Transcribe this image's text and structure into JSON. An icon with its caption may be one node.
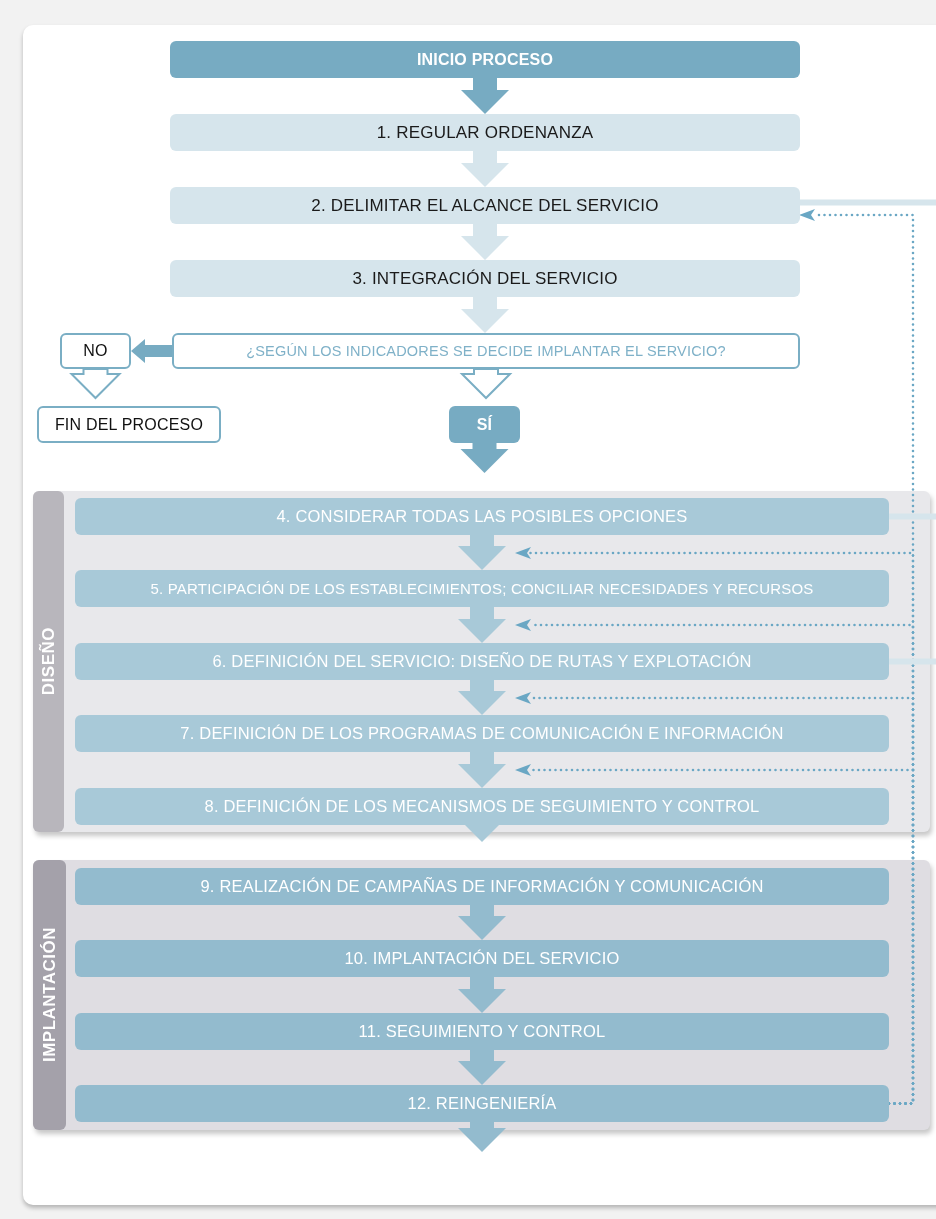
{
  "diagram": {
    "nodes": [
      {
        "text": [
          "INICIO PROCESO"
        ]
      },
      {
        "text": [
          "1. REGULAR ORDENANZA"
        ]
      },
      {
        "text": [
          "2. DELIMITAR EL ALCANCE DEL SERVICIO"
        ]
      },
      {
        "text": [
          "3. INTEGRACIÓN DEL SERVICIO"
        ]
      },
      {
        "text": [
          "¿SEGÚN LOS INDICADORES SE DECIDE IMPLANTAR EL SERVICIO?"
        ]
      },
      {
        "text": [
          "NO"
        ]
      },
      {
        "text": [
          "FIN DEL PROCESO"
        ]
      },
      {
        "text": [
          "SÍ"
        ]
      },
      {
        "text": [
          "DISEÑO"
        ]
      },
      {
        "text": [
          "4. CONSIDERAR TODAS LAS POSIBLES OPCIONES"
        ],
        "in": 8
      },
      {
        "text": [
          "5. PARTICIPACIÓN DE LOS ESTABLECIMIENTOS; CONCILIAR NECESIDADES Y RECURSOS"
        ],
        "in": 8
      },
      {
        "text": [
          "6. DEFINICIÓN DEL SERVICIO: DISEÑO DE RUTAS Y EXPLOTACIÓN"
        ],
        "in": 8
      },
      {
        "text": [
          "7. DEFINICIÓN DE LOS PROGRAMAS DE COMUNICACIÓN E INFORMACIÓN"
        ],
        "in": 8
      },
      {
        "text": [
          "8. DEFINICIÓN DE LOS MECANISMOS DE SEGUIMIENTO Y CONTROL"
        ],
        "in": 8
      },
      {
        "text": [
          "IMPLANTACIÓN"
        ]
      },
      {
        "text": [
          "9. REALIZACIÓN DE CAMPAÑAS DE INFORMACIÓN Y COMUNICACIÓN"
        ],
        "in": 14
      },
      {
        "text": [
          "10. IMPLANTACIÓN DEL SERVICIO"
        ],
        "in": 14
      },
      {
        "text": [
          "11. SEGUIMIENTO Y CONTROL"
        ],
        "in": 14
      },
      {
        "text": [
          "12. REINGENIERÍA"
        ],
        "in": 14
      }
    ],
    "edges": [
      {
        "from": 0,
        "to": 1,
        "arrow": "to",
        "color": "#77abc2"
      },
      {
        "from": 1,
        "to": 2,
        "arrow": "to",
        "color": "#d6e5ec"
      },
      {
        "from": 2,
        "to": 3,
        "arrow": "to",
        "color": "#d6e5ec"
      },
      {
        "from": 3,
        "to": 4,
        "arrow": "to",
        "color": "#d6e5ec"
      },
      {
        "from": 4,
        "to": 5,
        "arrow": "to",
        "color": "#77abc2"
      },
      {
        "from": 5,
        "to": 6,
        "arrow": "to",
        "color": "#7aaec4"
      },
      {
        "from": 4,
        "to": 7,
        "arrow": "to",
        "color": "#7aaec4"
      },
      {
        "from": 7,
        "to": 8,
        "arrow": "to",
        "color": "#77abc2"
      },
      {
        "from": 9,
        "to": 10,
        "arrow": "to",
        "color": "#a8c9d8"
      },
      {
        "from": 10,
        "to": 11,
        "arrow": "to",
        "color": "#a8c9d8"
      },
      {
        "from": 11,
        "to": 12,
        "arrow": "to",
        "color": "#a8c9d8"
      },
      {
        "from": 12,
        "to": 13,
        "arrow": "to",
        "color": "#a8c9d8"
      },
      {
        "from": 13,
        "to": 14,
        "arrow": "to",
        "color": "#a8c9d8"
      },
      {
        "from": 15,
        "to": 16,
        "arrow": "to",
        "color": "#93bbce"
      },
      {
        "from": 16,
        "to": 17,
        "arrow": "to",
        "color": "#93bbce"
      },
      {
        "from": 17,
        "to": 18,
        "arrow": "to",
        "color": "#93bbce"
      },
      {
        "from": 18,
        "to": null,
        "arrow": "to",
        "color": "#93bbce"
      },
      {
        "from": 18,
        "to": 2,
        "arrow": "to",
        "style": "dashed",
        "color": "#6aa7c4"
      },
      {
        "from": 18,
        "to": 9,
        "arrow": "to",
        "style": "dashed",
        "color": "#6aa7c4"
      },
      {
        "from": 18,
        "to": 10,
        "arrow": "to",
        "style": "dashed",
        "color": "#6aa7c4"
      },
      {
        "from": 18,
        "to": 11,
        "arrow": "to",
        "style": "dashed",
        "color": "#6aa7c4"
      },
      {
        "from": 18,
        "to": 12,
        "arrow": "to",
        "style": "dashed",
        "color": "#6aa7c4"
      },
      {
        "from": 2,
        "to": null,
        "arrow": "none",
        "style": "thick",
        "color": "#d6e5ec"
      },
      {
        "from": 9,
        "to": null,
        "arrow": "none",
        "style": "thick",
        "color": "#d6e5ec"
      },
      {
        "from": 11,
        "to": null,
        "arrow": "none",
        "style": "thick",
        "color": "#d6e5ec"
      }
    ]
  }
}
